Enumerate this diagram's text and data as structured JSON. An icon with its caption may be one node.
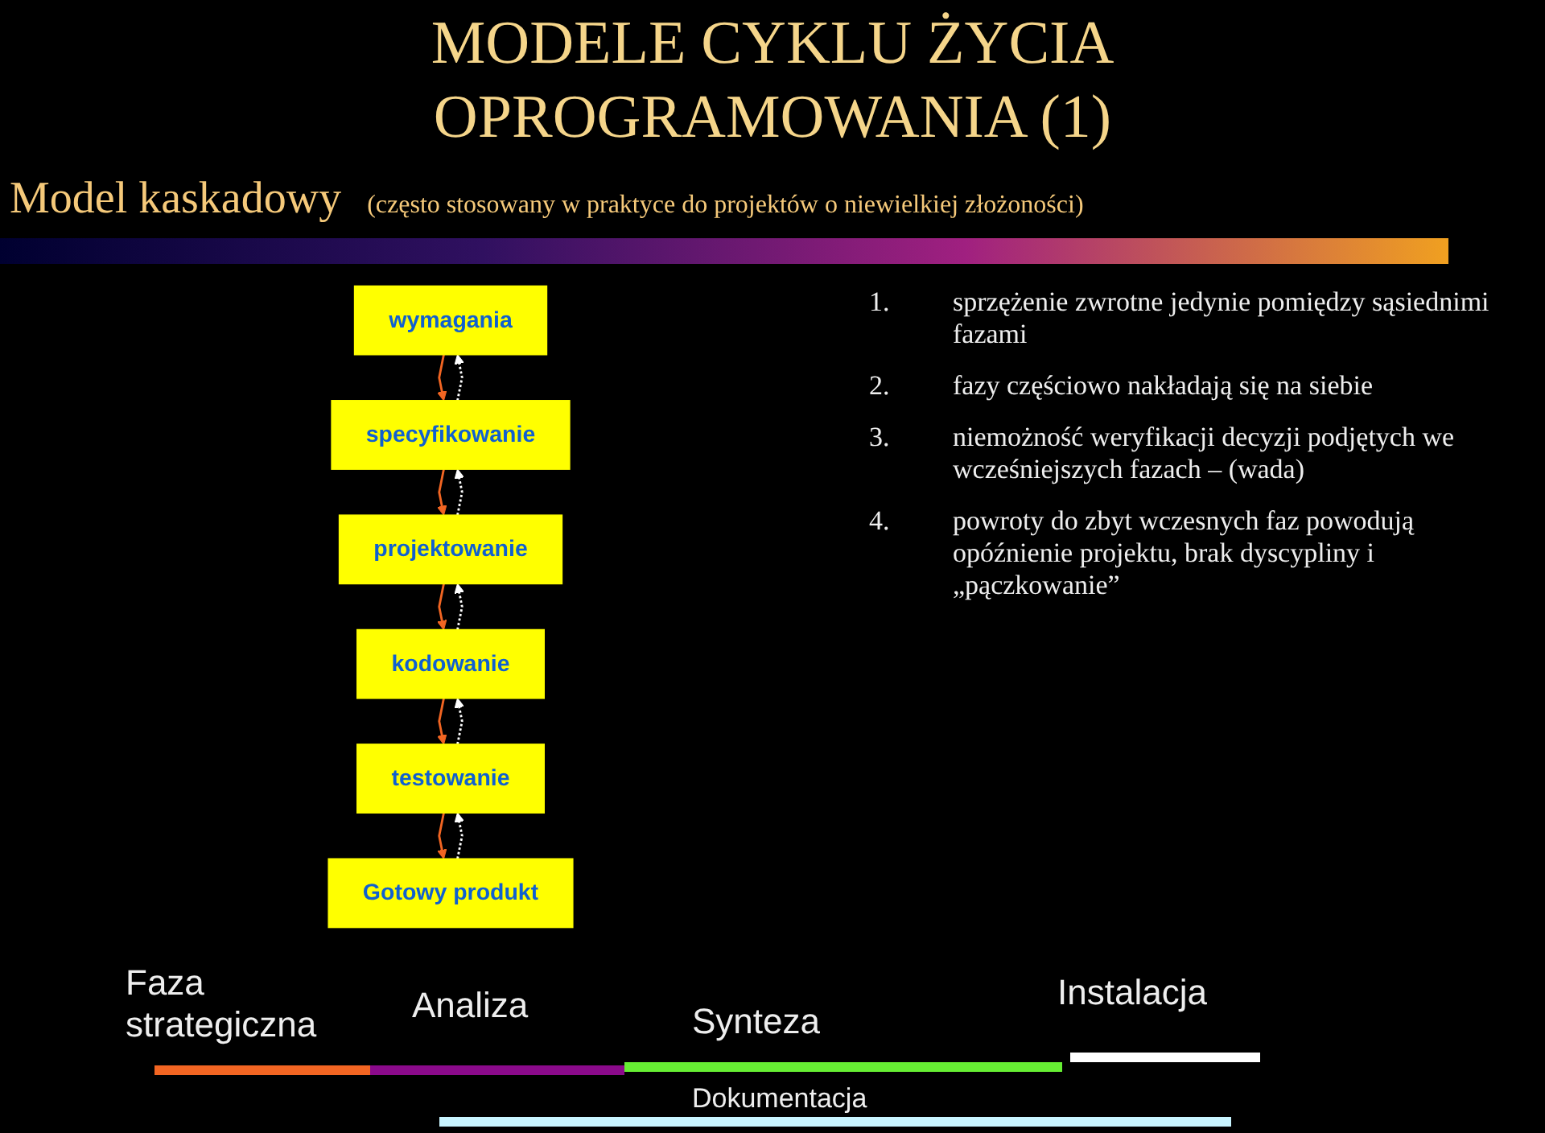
{
  "diagram": {
    "title": "MODELE CYKLU ŻYCIA OPROGRAMOWANIA (1)",
    "nodes": [
      {
        "text": [
          "wymagania"
        ]
      },
      {
        "text": [
          "specyfikowanie"
        ]
      },
      {
        "text": [
          "projektowanie"
        ]
      },
      {
        "text": [
          "kodowanie"
        ]
      },
      {
        "text": [
          "testowanie"
        ]
      },
      {
        "text": [
          "Gotowy produkt"
        ]
      }
    ],
    "edges": [
      {
        "from": 0,
        "to": 1,
        "arrow": "to",
        "color": "#f26522"
      },
      {
        "from": 1,
        "to": 2,
        "arrow": "to",
        "color": "#f26522"
      },
      {
        "from": 2,
        "to": 3,
        "arrow": "to",
        "color": "#f26522"
      },
      {
        "from": 3,
        "to": 4,
        "arrow": "to",
        "color": "#f26522"
      },
      {
        "from": 4,
        "to": 5,
        "arrow": "to",
        "color": "#f26522"
      },
      {
        "from": 1,
        "to": 0,
        "arrow": "to",
        "style": "dashed",
        "color": "#ffffff"
      },
      {
        "from": 2,
        "to": 1,
        "arrow": "to",
        "style": "dashed",
        "color": "#ffffff"
      },
      {
        "from": 3,
        "to": 2,
        "arrow": "to",
        "style": "dashed",
        "color": "#ffffff"
      },
      {
        "from": 4,
        "to": 3,
        "arrow": "to",
        "style": "dashed",
        "color": "#ffffff"
      },
      {
        "from": 5,
        "to": 4,
        "arrow": "to",
        "style": "dashed",
        "color": "#ffffff"
      }
    ],
    "labels": [
      "Model kaskadowy",
      "(często stosowany w praktyce do projektów o niewielkiej złożoności)",
      "1.",
      "sprzężenie zwrotne jedynie pomiędzy sąsiednimi fazami",
      "2.",
      "fazy częściowo nakładają się na siebie",
      "3.",
      "niemożność weryfikacji decyzji podjętych we wcześniejszych fazach – (wada)",
      "4.",
      "powroty do zbyt wczesnych faz powodują opóźnienie projektu, brak dyscypliny i „pączkowanie”"
    ],
    "legend": [
      {
        "text": "Faza strategiczna",
        "color": "#f26522"
      },
      {
        "text": "Analiza",
        "color": "#8b0a8b"
      },
      {
        "text": "Synteza",
        "color": "#66ee33"
      },
      {
        "text": "Instalacja",
        "color": "#ffffff"
      },
      {
        "text": "Dokumentacja",
        "color": "#c8f4ff"
      }
    ]
  }
}
